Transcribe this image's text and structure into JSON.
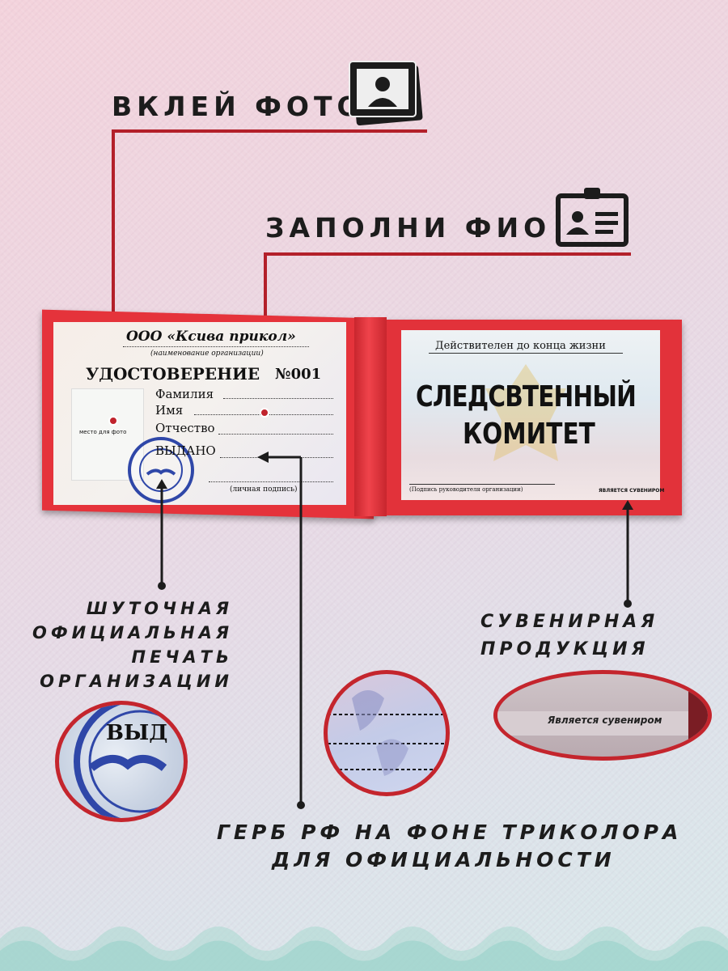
{
  "callouts": {
    "photo": "ВКЛЕЙ ФОТО",
    "fio": "ЗАПОЛНИ ФИО",
    "stamp": [
      "ШУТОЧНАЯ",
      "ОФИЦИАЛЬНАЯ",
      "ПЕЧАТЬ",
      "ОРГАНИЗАЦИИ"
    ],
    "souvenir": [
      "СУВЕНИРНАЯ",
      "ПРОДУКЦИЯ"
    ],
    "coat": [
      "ГЕРБ РФ НА ФОНЕ ТРИКОЛОРА",
      "ДЛЯ ОФИЦИАЛЬНОСТИ"
    ]
  },
  "card_left": {
    "org": "ООО «Ксива прикол»",
    "org_caption": "(наименование организации)",
    "title": "УДОСТОВЕРЕНИЕ",
    "number": "№001",
    "photo_caption": "место для фото",
    "fields": [
      "Фамилия",
      "Имя",
      "Отчество",
      "ВЫДАНО"
    ],
    "signature_caption": "(личная подпись)"
  },
  "card_right": {
    "valid": "Действителен до конца жизни",
    "title_line1": "СЛЕДСВТЕННЫЙ",
    "title_line2": "КОМИТЕТ",
    "sign_caption": "(Подпись руководителя организации)",
    "souvenir_note": "ЯВЛЯЕТСЯ СУВЕНИРОМ"
  },
  "zoom": {
    "stamp_text": "ВЫД",
    "souvenir_text": "Является сувениром"
  },
  "colors": {
    "accent_red": "#b3202a",
    "cover_red": "#e2323a",
    "stamp_blue": "#2f47a8"
  },
  "icons": [
    "photo-icon",
    "id-badge-icon"
  ]
}
